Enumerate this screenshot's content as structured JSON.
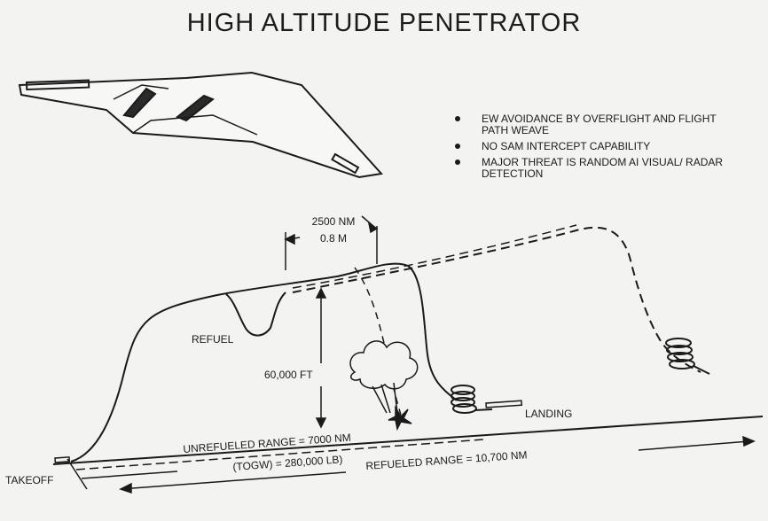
{
  "title": "HIGH ALTITUDE PENETRATOR",
  "bullets": [
    "EW AVOIDANCE BY OVERFLIGHT AND FLIGHT PATH WEAVE",
    "NO SAM INTERCEPT CAPABILITY",
    "MAJOR THREAT IS RANDOM AI VISUAL/ RADAR DETECTION"
  ],
  "labels": {
    "distance": "2500 NM",
    "mach": "0.8 M",
    "refuel": "REFUEL",
    "altitude": "60,000 FT",
    "landing": "LANDING",
    "takeoff": "TAKEOFF",
    "unrefueled_range": "UNREFUELED RANGE = 7000 NM",
    "togw": "(TOGW) = 280,000 LB)",
    "refueled_range": "REFUELED RANGE = 10,700 NM"
  }
}
